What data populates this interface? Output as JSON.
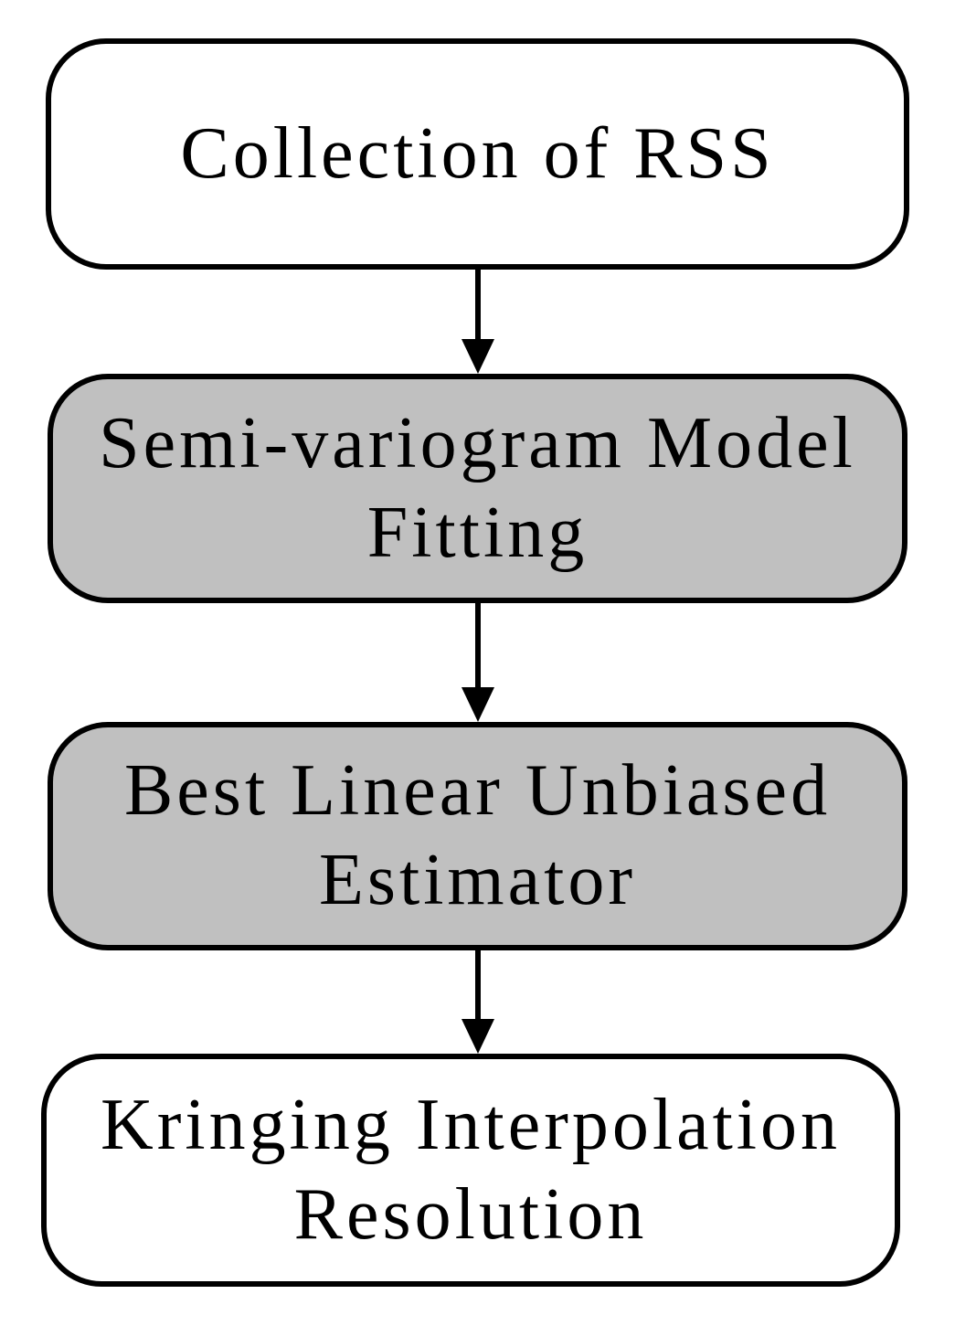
{
  "flowchart": {
    "type": "vertical-process-flow",
    "nodes": [
      {
        "label": "Collection of RSS",
        "fill": "#ffffff",
        "shape": "rounded-rectangle"
      },
      {
        "label": "Semi-variogram Model Fitting",
        "fill": "#c0c0c0",
        "shape": "rounded-rectangle"
      },
      {
        "label": "Best Linear Unbiased Estimator",
        "fill": "#c0c0c0",
        "shape": "rounded-rectangle"
      },
      {
        "label": "Kringing Interpolation Resolution",
        "fill": "#ffffff",
        "shape": "rounded-rectangle"
      }
    ],
    "connections": [
      {
        "from": 0,
        "to": 1,
        "type": "arrow-down"
      },
      {
        "from": 1,
        "to": 2,
        "type": "arrow-down"
      },
      {
        "from": 2,
        "to": 3,
        "type": "arrow-down"
      }
    ],
    "colors": {
      "background": "#ffffff",
      "border": "#000000",
      "text": "#000000",
      "node_fill_gray": "#c0c0c0",
      "node_fill_white": "#ffffff",
      "arrow": "#000000"
    }
  }
}
